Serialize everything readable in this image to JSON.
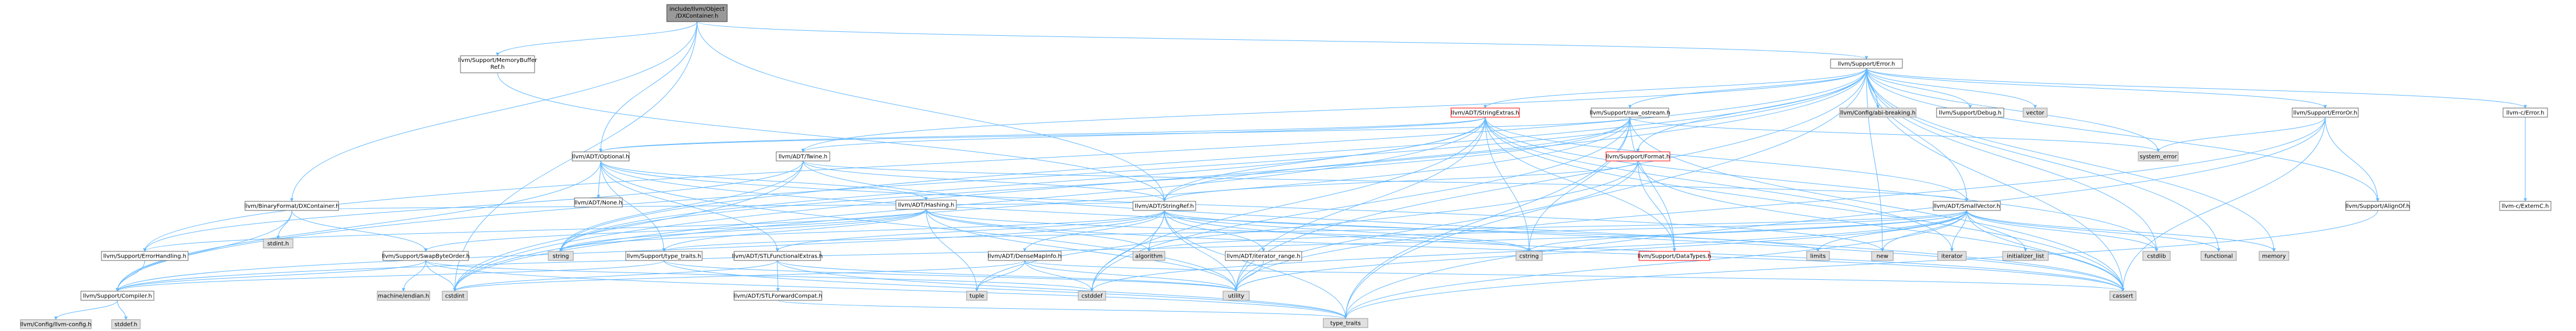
{
  "colors": {
    "root_fill": "#999999",
    "node_fill": "#ffffff",
    "node_stroke": "#666666",
    "system_fill": "#e0e0e0",
    "system_stroke": "#999999",
    "red_stroke": "#ff0000",
    "edge": "#63b8ff",
    "edge_dark": "#404040",
    "text": "#000000"
  },
  "nodes": [
    {
      "id": "root",
      "lines": [
        "include/llvm/Object",
        "/DXContainer.h"
      ],
      "kind": "root"
    },
    {
      "id": "membuf",
      "lines": [
        "llvm/Support/MemoryBuffer",
        "Ref.h"
      ],
      "kind": "normal"
    },
    {
      "id": "error",
      "lines": [
        "llvm/Support/Error.h"
      ],
      "kind": "normal"
    },
    {
      "id": "stringextras",
      "lines": [
        "llvm/ADT/StringExtras.h"
      ],
      "kind": "red"
    },
    {
      "id": "rawostream",
      "lines": [
        "llvm/Support/raw_ostream.h"
      ],
      "kind": "normal"
    },
    {
      "id": "abibreaking",
      "lines": [
        "llvm/Config/abi-breaking.h"
      ],
      "kind": "system"
    },
    {
      "id": "debug",
      "lines": [
        "llvm/Support/Debug.h"
      ],
      "kind": "normal"
    },
    {
      "id": "vector",
      "lines": [
        "vector"
      ],
      "kind": "system"
    },
    {
      "id": "erroror",
      "lines": [
        "llvm/Support/ErrorOr.h"
      ],
      "kind": "normal"
    },
    {
      "id": "cerror",
      "lines": [
        "llvm-c/Error.h"
      ],
      "kind": "normal"
    },
    {
      "id": "bfdx",
      "lines": [
        "llvm/BinaryFormat/DXContainer.h"
      ],
      "kind": "normal"
    },
    {
      "id": "optional",
      "lines": [
        "llvm/ADT/Optional.h"
      ],
      "kind": "normal"
    },
    {
      "id": "twine",
      "lines": [
        "llvm/ADT/Twine.h"
      ],
      "kind": "normal"
    },
    {
      "id": "format",
      "lines": [
        "llvm/Support/Format.h"
      ],
      "kind": "red"
    },
    {
      "id": "syserr",
      "lines": [
        "system_error"
      ],
      "kind": "system"
    },
    {
      "id": "aligntof",
      "lines": [
        "llvm/Support/AlignOf.h"
      ],
      "kind": "normal"
    },
    {
      "id": "externc",
      "lines": [
        "llvm-c/ExternC.h"
      ],
      "kind": "normal"
    },
    {
      "id": "stdint_h",
      "lines": [
        "stdint.h"
      ],
      "kind": "system"
    },
    {
      "id": "none",
      "lines": [
        "llvm/ADT/None.h"
      ],
      "kind": "normal"
    },
    {
      "id": "hashing",
      "lines": [
        "llvm/ADT/Hashing.h"
      ],
      "kind": "normal"
    },
    {
      "id": "stringref",
      "lines": [
        "llvm/ADT/StringRef.h"
      ],
      "kind": "normal"
    },
    {
      "id": "smallvector",
      "lines": [
        "llvm/ADT/SmallVector.h"
      ],
      "kind": "normal"
    },
    {
      "id": "errorhandling",
      "lines": [
        "llvm/Support/ErrorHandling.h"
      ],
      "kind": "normal"
    },
    {
      "id": "swapbyte",
      "lines": [
        "llvm/Support/SwapByteOrder.h"
      ],
      "kind": "normal"
    },
    {
      "id": "string",
      "lines": [
        "string"
      ],
      "kind": "system"
    },
    {
      "id": "typetraits",
      "lines": [
        "llvm/Support/type_traits.h"
      ],
      "kind": "normal"
    },
    {
      "id": "stlfunc",
      "lines": [
        "llvm/ADT/STLFunctionalExtras.h"
      ],
      "kind": "normal"
    },
    {
      "id": "algorithm",
      "lines": [
        "algorithm"
      ],
      "kind": "system"
    },
    {
      "id": "cstring",
      "lines": [
        "cstring"
      ],
      "kind": "system"
    },
    {
      "id": "densemapinfo",
      "lines": [
        "llvm/ADT/DenseMapInfo.h"
      ],
      "kind": "normal"
    },
    {
      "id": "iterrange",
      "lines": [
        "llvm/ADT/iterator_range.h"
      ],
      "kind": "normal"
    },
    {
      "id": "datatypes",
      "lines": [
        "llvm/Support/DataTypes.h"
      ],
      "kind": "red"
    },
    {
      "id": "limits",
      "lines": [
        "limits"
      ],
      "kind": "system"
    },
    {
      "id": "new",
      "lines": [
        "new"
      ],
      "kind": "system"
    },
    {
      "id": "iterator",
      "lines": [
        "iterator"
      ],
      "kind": "system"
    },
    {
      "id": "initlist",
      "lines": [
        "initializer_list"
      ],
      "kind": "system"
    },
    {
      "id": "cstdlib",
      "lines": [
        "cstdlib"
      ],
      "kind": "system"
    },
    {
      "id": "functional",
      "lines": [
        "functional"
      ],
      "kind": "system"
    },
    {
      "id": "memory",
      "lines": [
        "memory"
      ],
      "kind": "system"
    },
    {
      "id": "compiler",
      "lines": [
        "llvm/Support/Compiler.h"
      ],
      "kind": "normal"
    },
    {
      "id": "machendian",
      "lines": [
        "machine/endian.h"
      ],
      "kind": "system"
    },
    {
      "id": "cstdint",
      "lines": [
        "cstdint"
      ],
      "kind": "system"
    },
    {
      "id": "stlcompat",
      "lines": [
        "llvm/ADT/STLForwardCompat.h"
      ],
      "kind": "normal"
    },
    {
      "id": "tuple",
      "lines": [
        "tuple"
      ],
      "kind": "system"
    },
    {
      "id": "cstddef",
      "lines": [
        "cstddef"
      ],
      "kind": "system"
    },
    {
      "id": "utility",
      "lines": [
        "utility"
      ],
      "kind": "system"
    },
    {
      "id": "cassert",
      "lines": [
        "cassert"
      ],
      "kind": "system"
    },
    {
      "id": "llvmconfig",
      "lines": [
        "llvm/Config/llvm-config.h"
      ],
      "kind": "system"
    },
    {
      "id": "stddef",
      "lines": [
        "stddef.h"
      ],
      "kind": "system"
    },
    {
      "id": "type_traits",
      "lines": [
        "type_traits"
      ],
      "kind": "system"
    }
  ],
  "edges": [
    [
      "root",
      "membuf"
    ],
    [
      "root",
      "error"
    ],
    [
      "root",
      "bfdx"
    ],
    [
      "root",
      "optional"
    ],
    [
      "root",
      "stringref"
    ],
    [
      "root",
      "cstdint"
    ],
    [
      "membuf",
      "stringref"
    ],
    [
      "error",
      "stringextras"
    ],
    [
      "error",
      "rawostream"
    ],
    [
      "error",
      "abibreaking"
    ],
    [
      "error",
      "debug"
    ],
    [
      "error",
      "vector"
    ],
    [
      "error",
      "erroror"
    ],
    [
      "error",
      "cerror"
    ],
    [
      "error",
      "format"
    ],
    [
      "error",
      "syserr"
    ],
    [
      "error",
      "aligntof"
    ],
    [
      "error",
      "twine"
    ],
    [
      "error",
      "errorhandling"
    ],
    [
      "error",
      "compiler"
    ],
    [
      "error",
      "smallvector"
    ],
    [
      "error",
      "cassert"
    ],
    [
      "error",
      "cstdint"
    ],
    [
      "error",
      "cstdlib"
    ],
    [
      "error",
      "functional"
    ],
    [
      "error",
      "memory"
    ],
    [
      "error",
      "new"
    ],
    [
      "error",
      "string"
    ],
    [
      "error",
      "utility"
    ],
    [
      "error",
      "type_traits"
    ],
    [
      "stringextras",
      "stringref"
    ],
    [
      "stringextras",
      "smallvector"
    ],
    [
      "stringextras",
      "twine"
    ],
    [
      "stringextras",
      "cstring"
    ],
    [
      "stringextras",
      "datatypes"
    ],
    [
      "stringextras",
      "cassert"
    ],
    [
      "stringextras",
      "cstddef"
    ],
    [
      "stringextras",
      "cstdint"
    ],
    [
      "stringextras",
      "cstdlib"
    ],
    [
      "stringextras",
      "iterator"
    ],
    [
      "stringextras",
      "string"
    ],
    [
      "stringextras",
      "utility"
    ],
    [
      "stringextras",
      "optional"
    ],
    [
      "rawostream",
      "stringref"
    ],
    [
      "rawostream",
      "datatypes"
    ],
    [
      "rawostream",
      "cassert"
    ],
    [
      "rawostream",
      "cstddef"
    ],
    [
      "rawostream",
      "cstdint"
    ],
    [
      "rawostream",
      "cstring"
    ],
    [
      "rawostream",
      "string"
    ],
    [
      "rawostream",
      "type_traits"
    ],
    [
      "rawostream",
      "syserr"
    ],
    [
      "rawostream",
      "optional"
    ],
    [
      "erroror",
      "aligntof"
    ],
    [
      "erroror",
      "syserr"
    ],
    [
      "erroror",
      "cassert"
    ],
    [
      "erroror",
      "type_traits"
    ],
    [
      "erroror",
      "utility"
    ],
    [
      "cerror",
      "externc"
    ],
    [
      "aligntof",
      "type_traits"
    ],
    [
      "bfdx",
      "stringref"
    ],
    [
      "bfdx",
      "swapbyte"
    ],
    [
      "bfdx",
      "stdint_h"
    ],
    [
      "bfdx",
      "compiler"
    ],
    [
      "optional",
      "none"
    ],
    [
      "optional",
      "hashing"
    ],
    [
      "optional",
      "stlfunc"
    ],
    [
      "optional",
      "typetraits"
    ],
    [
      "optional",
      "compiler"
    ],
    [
      "optional",
      "cassert"
    ],
    [
      "optional",
      "new"
    ],
    [
      "optional",
      "utility"
    ],
    [
      "twine",
      "smallvector"
    ],
    [
      "twine",
      "stringref"
    ],
    [
      "twine",
      "errorhandling"
    ],
    [
      "twine",
      "cassert"
    ],
    [
      "twine",
      "cstdint"
    ],
    [
      "twine",
      "string"
    ],
    [
      "format",
      "stringref"
    ],
    [
      "format",
      "datatypes"
    ],
    [
      "format",
      "cassert"
    ],
    [
      "format",
      "cstdio"
    ],
    [
      "format",
      "tuple"
    ],
    [
      "format",
      "utility"
    ],
    [
      "hashing",
      "errorhandling"
    ],
    [
      "hashing",
      "swapbyte"
    ],
    [
      "hashing",
      "typetraits"
    ],
    [
      "hashing",
      "algorithm"
    ],
    [
      "hashing",
      "cassert"
    ],
    [
      "hashing",
      "cstring"
    ],
    [
      "hashing",
      "string"
    ],
    [
      "hashing",
      "tuple"
    ],
    [
      "hashing",
      "utility"
    ],
    [
      "stringref",
      "stlfunc"
    ],
    [
      "stringref",
      "densemapinfo"
    ],
    [
      "stringref",
      "iterrange"
    ],
    [
      "stringref",
      "compiler"
    ],
    [
      "stringref",
      "algorithm"
    ],
    [
      "stringref",
      "cassert"
    ],
    [
      "stringref",
      "cstddef"
    ],
    [
      "stringref",
      "cstring"
    ],
    [
      "stringref",
      "limits"
    ],
    [
      "stringref",
      "string"
    ],
    [
      "stringref",
      "type_traits"
    ],
    [
      "stringref",
      "utility"
    ],
    [
      "smallvector",
      "compiler"
    ],
    [
      "smallvector",
      "typetraits"
    ],
    [
      "smallvector",
      "algorithm"
    ],
    [
      "smallvector",
      "cassert"
    ],
    [
      "smallvector",
      "cstddef"
    ],
    [
      "smallvector",
      "cstdlib"
    ],
    [
      "smallvector",
      "cstring"
    ],
    [
      "smallvector",
      "functional"
    ],
    [
      "smallvector",
      "initlist"
    ],
    [
      "smallvector",
      "iterator"
    ],
    [
      "smallvector",
      "limits"
    ],
    [
      "smallvector",
      "memory"
    ],
    [
      "smallvector",
      "new"
    ],
    [
      "smallvector",
      "type_traits"
    ],
    [
      "smallvector",
      "utility"
    ],
    [
      "errorhandling",
      "compiler"
    ],
    [
      "swapbyte",
      "compiler"
    ],
    [
      "swapbyte",
      "machendian"
    ],
    [
      "swapbyte",
      "cstddef"
    ],
    [
      "swapbyte",
      "cstdint"
    ],
    [
      "swapbyte",
      "type_traits"
    ],
    [
      "typetraits",
      "compiler"
    ],
    [
      "typetraits",
      "type_traits"
    ],
    [
      "typetraits",
      "utility"
    ],
    [
      "stlfunc",
      "stlcompat"
    ],
    [
      "stlfunc",
      "cstdint"
    ],
    [
      "stlfunc",
      "type_traits"
    ],
    [
      "stlfunc",
      "utility"
    ],
    [
      "stlcompat",
      "type_traits"
    ],
    [
      "densemapinfo",
      "cassert"
    ],
    [
      "densemapinfo",
      "cstddef"
    ],
    [
      "densemapinfo",
      "cstdint"
    ],
    [
      "densemapinfo",
      "tuple"
    ],
    [
      "densemapinfo",
      "utility"
    ],
    [
      "iterrange",
      "utility"
    ],
    [
      "compiler",
      "llvmconfig"
    ],
    [
      "compiler",
      "stddef"
    ]
  ]
}
